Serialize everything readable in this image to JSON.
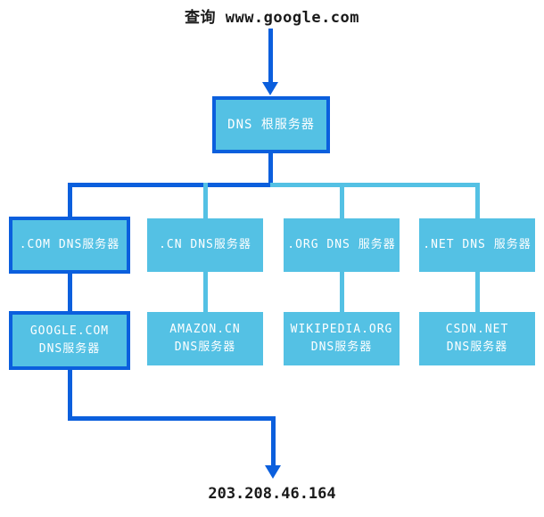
{
  "diagram": {
    "title": "查询 www.google.com",
    "root": {
      "label": "DNS 根服务器"
    },
    "tld_servers": [
      {
        "label": ".COM DNS服务器",
        "highlighted": true
      },
      {
        "label": ".CN DNS服务器",
        "highlighted": false
      },
      {
        "label": ".ORG DNS 服务器",
        "highlighted": false
      },
      {
        "label": ".NET DNS 服务器",
        "highlighted": false
      }
    ],
    "auth_servers": [
      {
        "line1": "GOOGLE.COM",
        "line2": "DNS服务器",
        "highlighted": true
      },
      {
        "line1": "AMAZON.CN",
        "line2": "DNS服务器",
        "highlighted": false
      },
      {
        "line1": "WIKIPEDIA.ORG",
        "line2": "DNS服务器",
        "highlighted": false
      },
      {
        "line1": "CSDN.NET",
        "line2": "DNS服务器",
        "highlighted": false
      }
    ],
    "result_ip": "203.208.46.164",
    "colors": {
      "highlight_blue": "#0b5fdd",
      "light_blue": "#54c1e4",
      "box_fill": "#54c1e4",
      "box_text": "#ffffff",
      "label_text": "#1a1a1a"
    }
  }
}
